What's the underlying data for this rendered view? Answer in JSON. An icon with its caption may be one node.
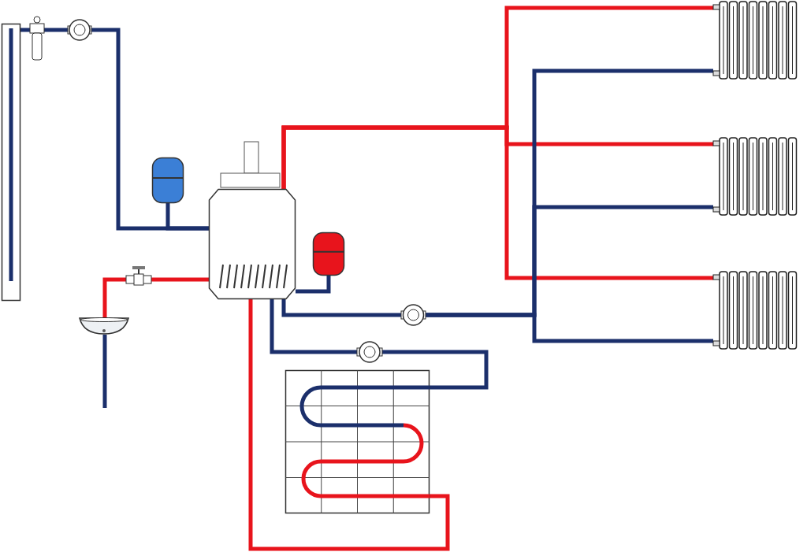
{
  "diagram": {
    "nodes": [
      {
        "text": [],
        "shape": "picture"
      },
      {
        "text": [],
        "shape": "bar"
      },
      {
        "text": [],
        "shape": "picture"
      },
      {
        "text": [],
        "shape": "picture"
      },
      {
        "text": [],
        "shape": "picture"
      },
      {
        "text": [],
        "shape": "cylinder"
      },
      {
        "text": [],
        "shape": "box"
      },
      {
        "text": [],
        "shape": "cylinder"
      },
      {
        "text": [],
        "shape": "picture"
      },
      {
        "text": [],
        "shape": "picture"
      },
      {
        "text": [],
        "shape": "picture"
      },
      {
        "text": [],
        "shape": "picture"
      },
      {
        "text": [],
        "shape": "picture"
      },
      {
        "text": [],
        "shape": "box"
      }
    ],
    "edges": [
      {
        "from": 1,
        "to": 2,
        "arrow": "none"
      },
      {
        "from": 2,
        "to": 3,
        "arrow": "none"
      },
      {
        "from": 3,
        "to": 6,
        "arrow": "none"
      },
      {
        "from": 5,
        "to": 6,
        "arrow": "none"
      },
      {
        "from": 6,
        "to": 8,
        "arrow": "none",
        "color": "#e8141c"
      },
      {
        "from": 8,
        "to": 11,
        "arrow": "none",
        "color": "#e8141c"
      },
      {
        "from": 6,
        "to": 7,
        "arrow": "none"
      },
      {
        "from": 6,
        "to": 0,
        "arrow": "none",
        "color": "#e8141c"
      },
      {
        "from": 6,
        "to": 4,
        "arrow": "none",
        "color": "#e8141c"
      },
      {
        "from": 6,
        "to": 9,
        "arrow": "none",
        "color": "#e8141c"
      },
      {
        "from": 0,
        "to": 10,
        "arrow": "none"
      },
      {
        "from": 4,
        "to": 10,
        "arrow": "none"
      },
      {
        "from": 9,
        "to": 10,
        "arrow": "none"
      },
      {
        "from": 10,
        "to": 6,
        "arrow": "none"
      },
      {
        "from": 6,
        "to": 12,
        "arrow": "none"
      },
      {
        "from": 12,
        "to": 13,
        "arrow": "none"
      },
      {
        "from": 13,
        "to": 6,
        "arrow": "none",
        "color": "#e8141c"
      },
      {
        "from": 11,
        "to": null,
        "arrow": "none"
      }
    ]
  }
}
